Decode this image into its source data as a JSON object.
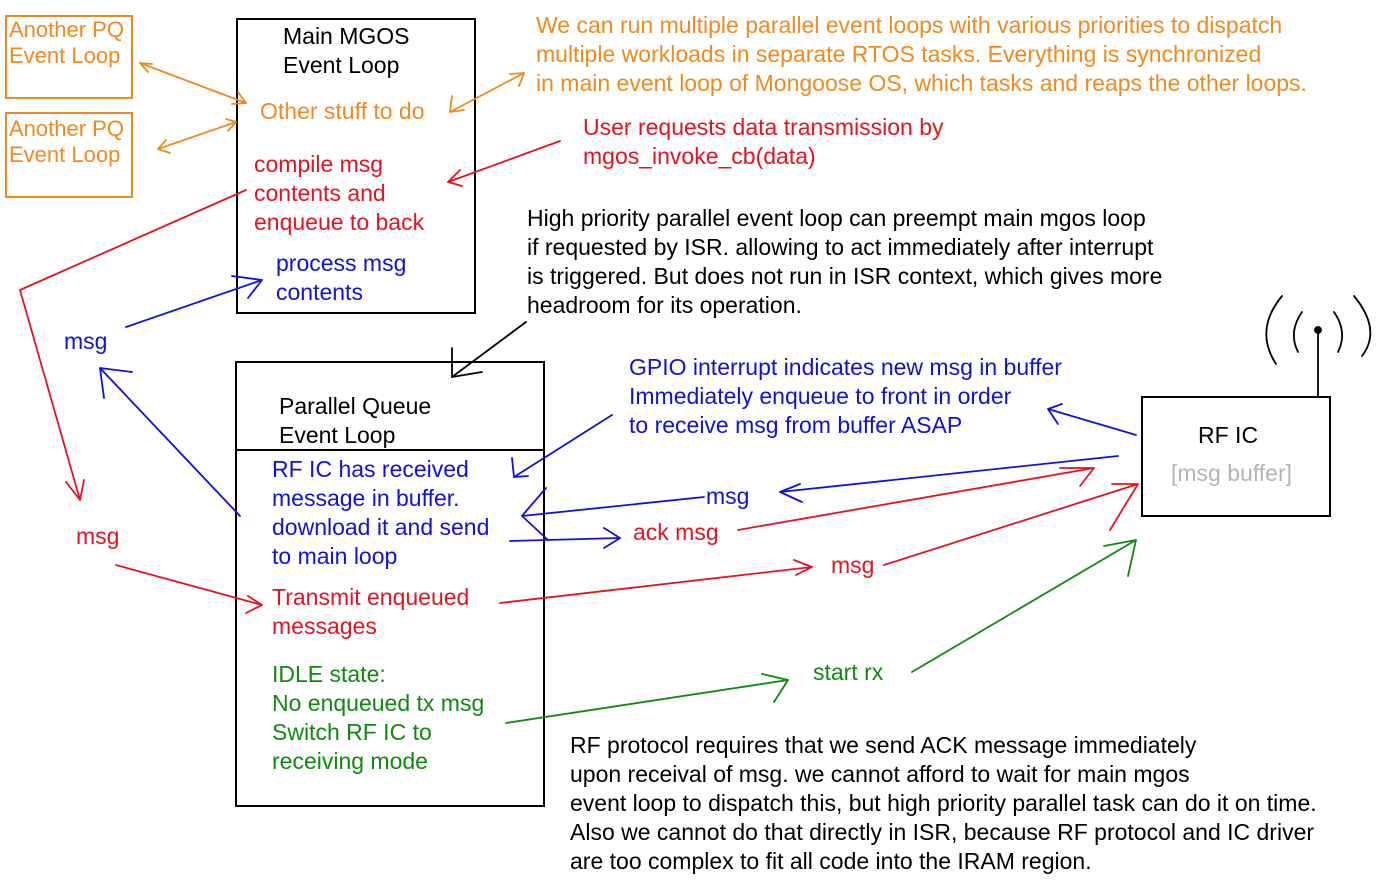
{
  "orange_notes": {
    "pq1": "Another PQ\nEvent Loop",
    "pq2": "Another PQ\nEvent Loop",
    "other_stuff": "Other stuff to do",
    "parallel_note": "We can run multiple parallel event loops with various priorities to dispatch\nmultiple workloads in separate RTOS tasks. Everything is synchronized\nin main event loop of Mongoose OS, which tasks and reaps the other loops."
  },
  "main_loop": {
    "title": "Main MGOS\nEvent Loop",
    "compile": "compile msg\ncontents and\nenqueue to back",
    "process": "process msg\ncontents"
  },
  "user_request": "User requests data transmission by\nmgos_invoke_cb(data)",
  "hp_note": "High priority parallel event loop can preempt main mgos loop\nif requested by ISR. allowing to act immediately after interrupt\nis triggered. But does not run in ISR context, which gives more\nheadroom for its operation.",
  "pq_loop": {
    "title": "Parallel Queue\nEvent Loop",
    "rf_received": "RF IC has received\nmessage in buffer.\ndownload it and send\nto main loop",
    "transmit": "Transmit enqueued\nmessages",
    "idle": "IDLE state:\nNo enqueued tx msg\nSwitch RF IC to\nreceiving mode"
  },
  "gpio_note": "GPIO interrupt indicates new msg in buffer\nImmediately enqueue to front in order\nto receive msg from buffer ASAP",
  "rf_ic": {
    "title": "RF IC",
    "buffer": "[msg buffer]"
  },
  "labels": {
    "msg_blue_left": "msg",
    "msg_red_left": "msg",
    "msg_blue_mid": "msg",
    "ack_msg": "ack msg",
    "msg_red_mid": "msg",
    "start_rx": "start rx"
  },
  "rf_note": "RF protocol requires that we send ACK message immediately\nupon receival of msg. we cannot afford to wait for main mgos\nevent loop to dispatch this, but high priority parallel task can do it on time.\nAlso we cannot do that directly in ISR, because RF protocol and IC driver\nare too complex to fit all code into the IRAM region.",
  "colors": {
    "orange": "#f08a1e",
    "red": "#e8121e",
    "blue": "#1010e0",
    "green": "#0e8a0e"
  }
}
